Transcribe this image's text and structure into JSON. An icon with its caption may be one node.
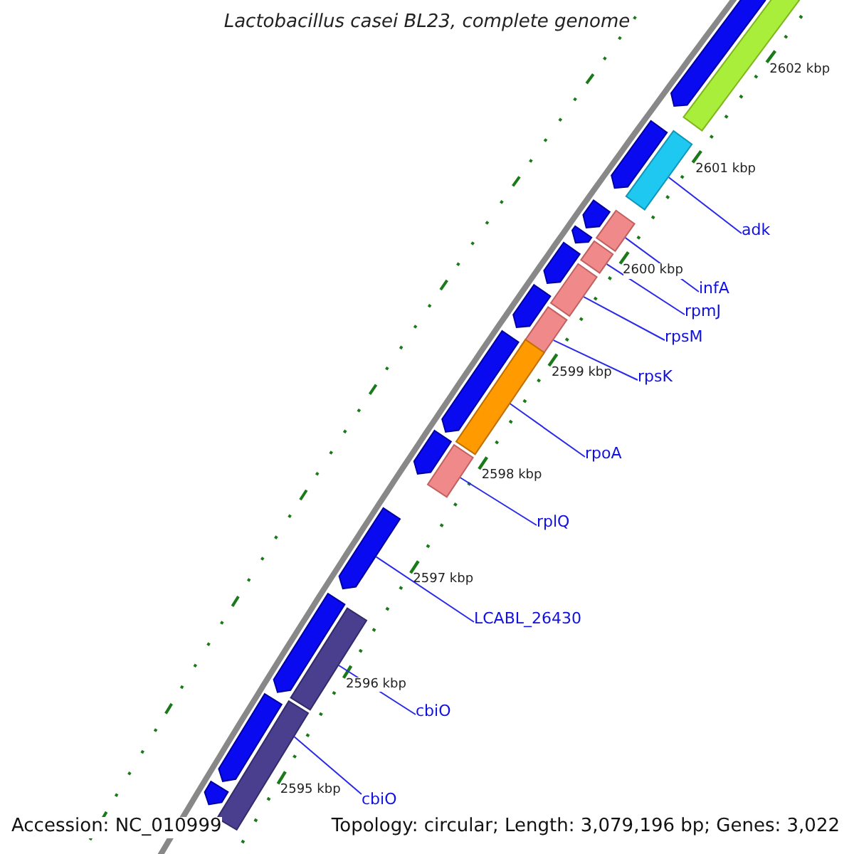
{
  "diagram": {
    "title": "Lactobacillus casei BL23, complete genome",
    "nodes": [
      {
        "text": [
          "adk"
        ]
      },
      {
        "text": [
          "infA"
        ]
      },
      {
        "text": [
          "rpmJ"
        ]
      },
      {
        "text": [
          "rpsM"
        ]
      },
      {
        "text": [
          "rpsK"
        ]
      },
      {
        "text": [
          "rpoA"
        ]
      },
      {
        "text": [
          "rplQ"
        ]
      },
      {
        "text": [
          "LCABL_26430"
        ]
      },
      {
        "text": [
          "cbiO"
        ]
      },
      {
        "text": [
          "cbiO"
        ]
      },
      {
        "text": [],
        "shape": "bar"
      },
      {
        "text": [],
        "shape": "bar"
      },
      {
        "text": [],
        "shape": "bar"
      },
      {
        "text": [],
        "shape": "bar"
      },
      {
        "text": [],
        "shape": "bar"
      },
      {
        "text": [],
        "shape": "bar"
      },
      {
        "text": [],
        "shape": "bar"
      },
      {
        "text": [],
        "shape": "bar"
      },
      {
        "text": [],
        "shape": "bar"
      },
      {
        "text": [],
        "shape": "bar"
      },
      {
        "text": [],
        "shape": "bar"
      },
      {
        "text": [],
        "shape": "bar"
      },
      {
        "text": [],
        "shape": "bar"
      },
      {
        "text": [],
        "shape": "bar"
      },
      {
        "text": [],
        "shape": "bar"
      },
      {
        "text": [],
        "shape": "bar"
      },
      {
        "text": [],
        "shape": "bar"
      },
      {
        "text": [],
        "shape": "bar"
      },
      {
        "text": [],
        "shape": "bar"
      },
      {
        "text": [],
        "shape": "bar"
      },
      {
        "text": [],
        "shape": "bar"
      },
      {
        "text": [],
        "shape": "bar"
      }
    ],
    "edges": [
      {
        "from": 0,
        "to": 10,
        "arrow": "none"
      },
      {
        "from": 1,
        "to": 11,
        "arrow": "none"
      },
      {
        "from": 2,
        "to": 12,
        "arrow": "none"
      },
      {
        "from": 3,
        "to": 13,
        "arrow": "none"
      },
      {
        "from": 4,
        "to": 14,
        "arrow": "none"
      },
      {
        "from": 5,
        "to": 15,
        "arrow": "none"
      },
      {
        "from": 6,
        "to": 16,
        "arrow": "none"
      },
      {
        "from": 7,
        "to": 17,
        "arrow": "none"
      },
      {
        "from": 8,
        "to": 18,
        "arrow": "none"
      },
      {
        "from": 9,
        "to": 19,
        "arrow": "none"
      }
    ],
    "labels": [
      "2602 kbp",
      "2601 kbp",
      "2600 kbp",
      "2599 kbp",
      "2598 kbp",
      "2597 kbp",
      "2596 kbp",
      "2595 kbp",
      "Accession: NC_010999",
      "Topology: circular; Length: 3,079,196 bp; Genes: 3,022"
    ]
  }
}
